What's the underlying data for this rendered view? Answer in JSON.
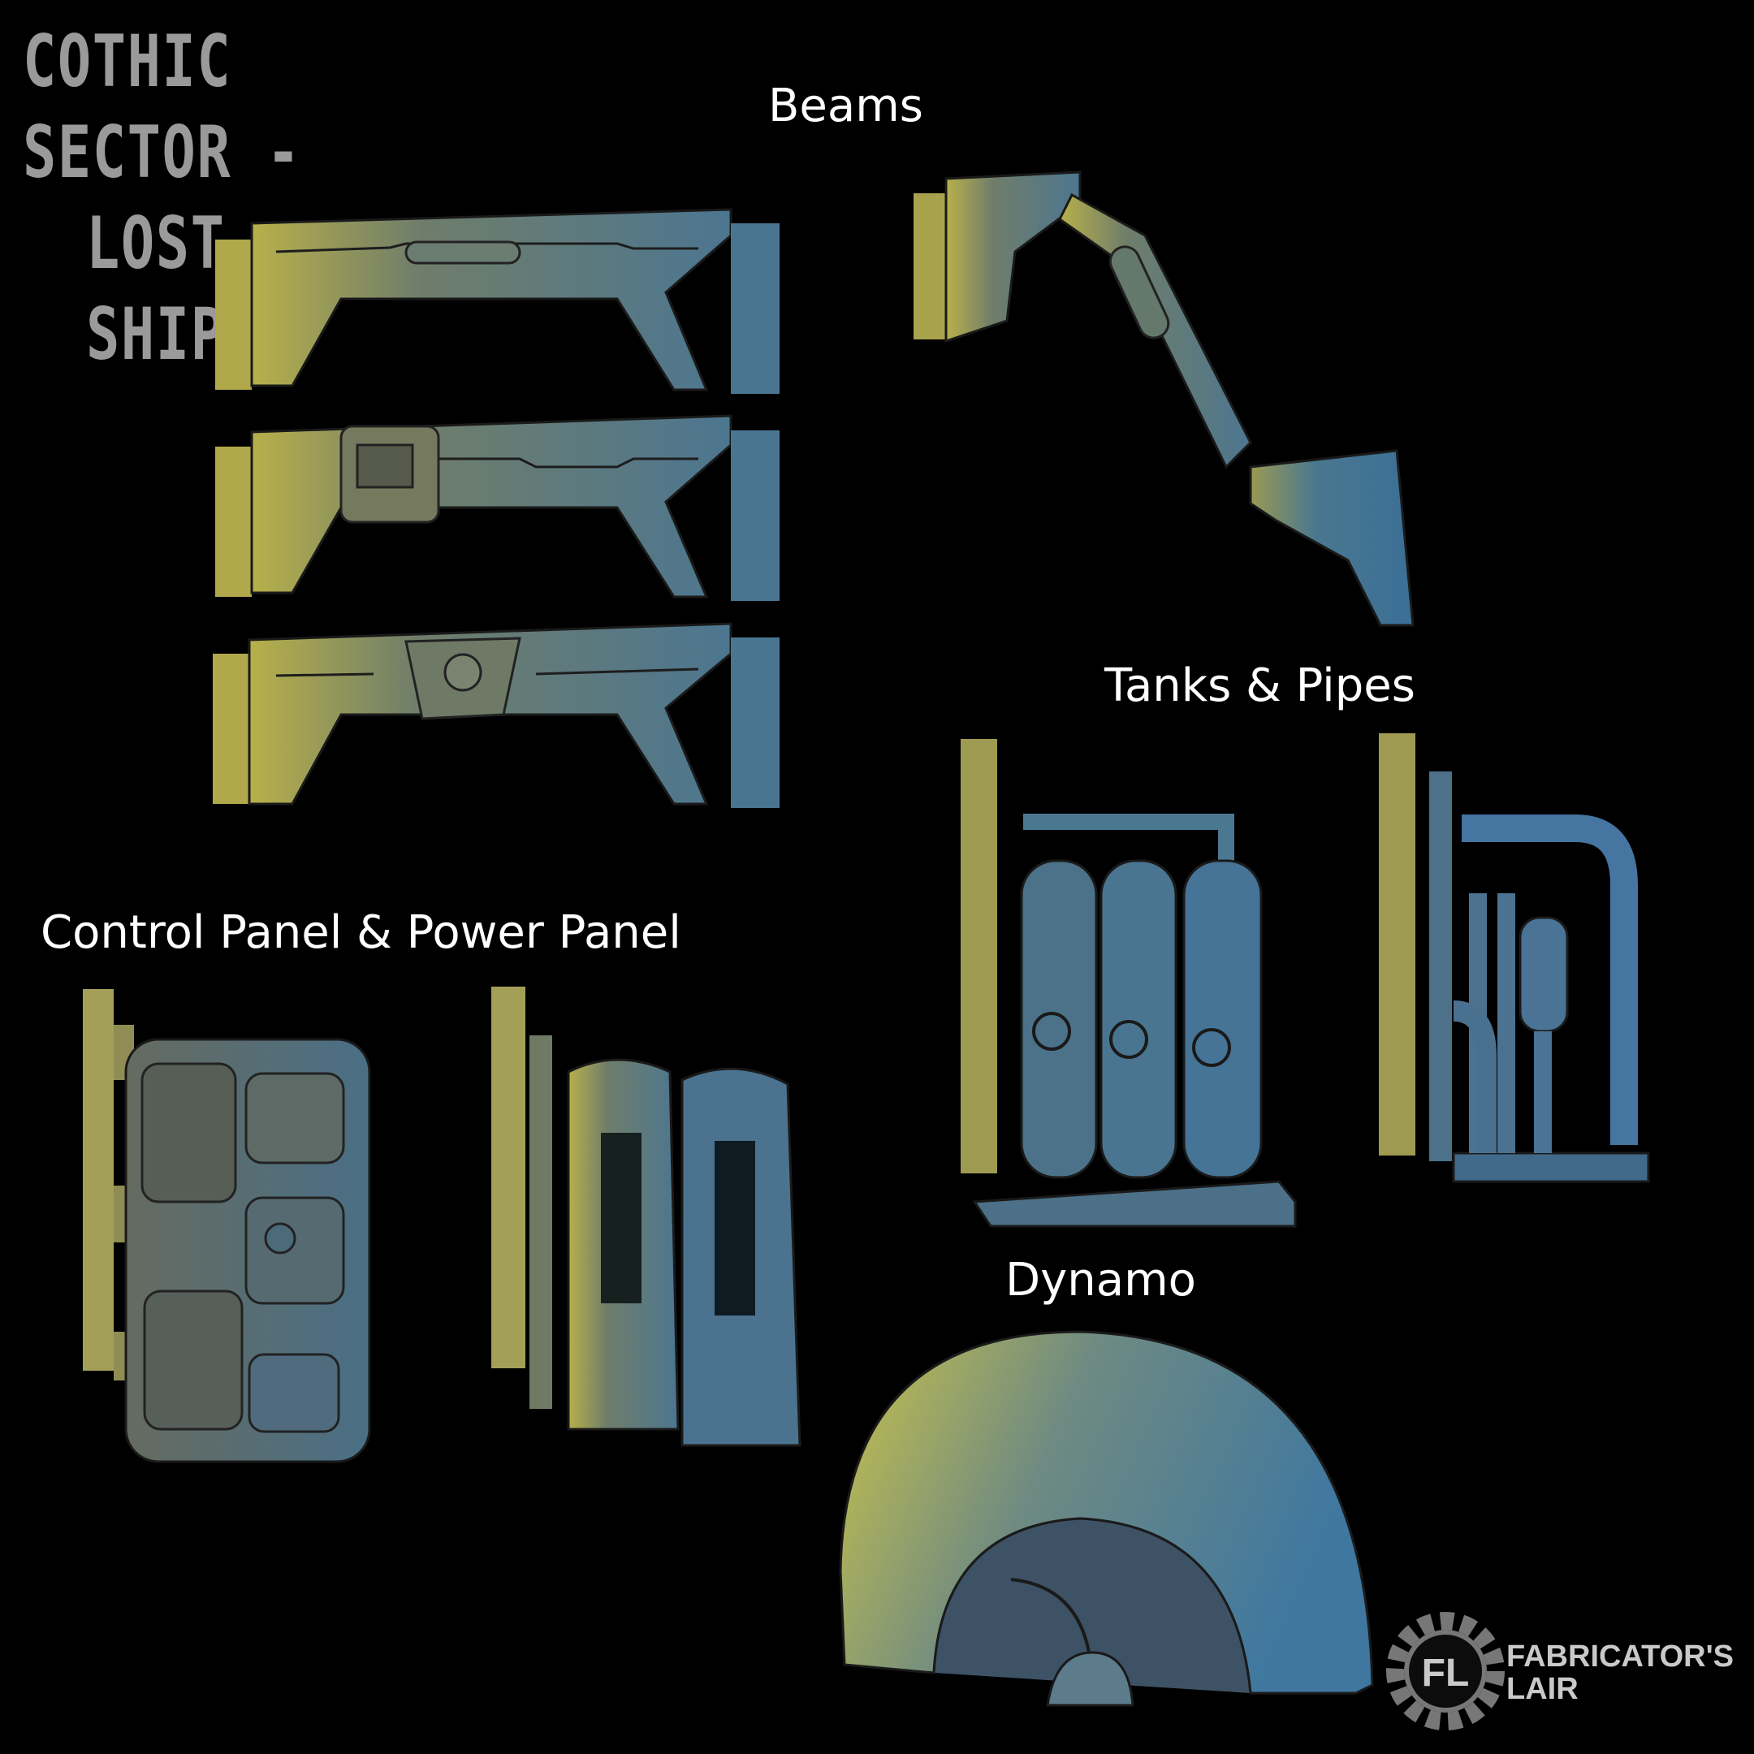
{
  "title": {
    "line1": "COTHIC SECTOR -",
    "line2": "LOST SHIPS"
  },
  "sections": {
    "beams": "Beams",
    "tanks_pipes": "Tanks & Pipes",
    "control_power": "Control Panel & Power Panel",
    "dynamo": "Dynamo"
  },
  "logo": {
    "monogram": "FL",
    "line1": "FABRICATOR'S",
    "line2": "LAIR"
  },
  "colors": {
    "background": "#000000",
    "model_yellow": "#b8b04a",
    "model_teal": "#4f7d93",
    "model_blue": "#3b6f96",
    "title_gray": "#9a9a9a",
    "label_white": "#ffffff"
  }
}
